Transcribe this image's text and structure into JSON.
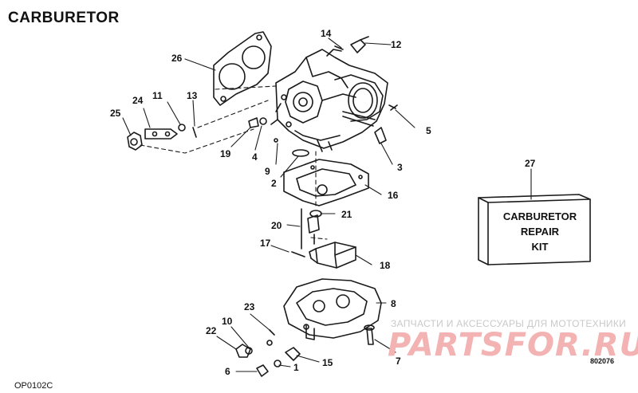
{
  "title": "CARBURETOR",
  "drawing_code": "OP0102C",
  "figure_code": "802076",
  "kit": {
    "callout": "27",
    "lines": [
      "CARBURETOR",
      "REPAIR",
      "KIT"
    ]
  },
  "watermark": {
    "text": "ЗАПЧАСТИ И АКСЕССУАРЫ ДЛЯ МОТОТЕХНИКИ",
    "logo": "PARTSFOR.RU",
    "color": "#f3b3b3"
  },
  "callouts": [
    "1",
    "2",
    "3",
    "4",
    "5",
    "6",
    "7",
    "8",
    "9",
    "10",
    "11",
    "12",
    "13",
    "14",
    "15",
    "16",
    "17",
    "18",
    "19",
    "20",
    "21",
    "22",
    "23",
    "24",
    "25",
    "26"
  ]
}
